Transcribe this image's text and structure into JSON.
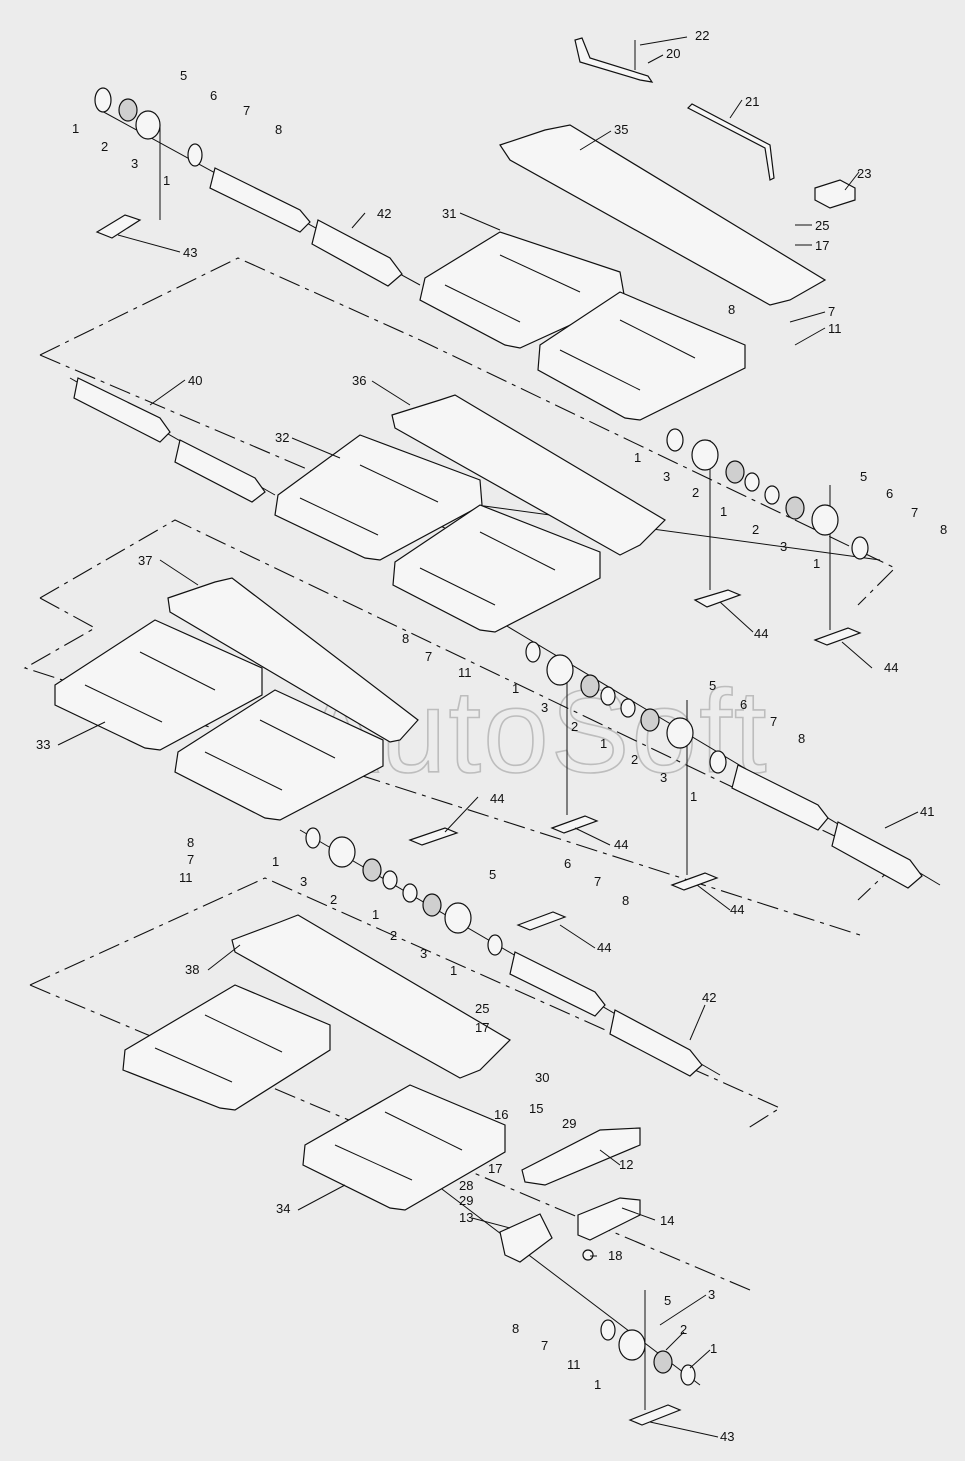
{
  "diagram": {
    "watermark": "AutoSoft",
    "callouts": [
      {
        "id": "c1",
        "text": "22"
      },
      {
        "id": "c2",
        "text": "20"
      },
      {
        "id": "c3",
        "text": "21"
      },
      {
        "id": "c4",
        "text": "35"
      },
      {
        "id": "c5",
        "text": "23"
      },
      {
        "id": "c6",
        "text": "25"
      },
      {
        "id": "c7",
        "text": "17"
      },
      {
        "id": "c8",
        "text": "8"
      },
      {
        "id": "c9",
        "text": "7"
      },
      {
        "id": "c10",
        "text": "11"
      },
      {
        "id": "c11",
        "text": "5"
      },
      {
        "id": "c12",
        "text": "6"
      },
      {
        "id": "c13",
        "text": "7"
      },
      {
        "id": "c14",
        "text": "8"
      },
      {
        "id": "c15",
        "text": "1"
      },
      {
        "id": "c16",
        "text": "2"
      },
      {
        "id": "c17",
        "text": "3"
      },
      {
        "id": "c18",
        "text": "1"
      },
      {
        "id": "c19",
        "text": "43"
      },
      {
        "id": "c20",
        "text": "42"
      },
      {
        "id": "c21",
        "text": "31"
      },
      {
        "id": "c22",
        "text": "40"
      },
      {
        "id": "c23",
        "text": "36"
      },
      {
        "id": "c24",
        "text": "32"
      },
      {
        "id": "c25",
        "text": "1"
      },
      {
        "id": "c26",
        "text": "3"
      },
      {
        "id": "c27",
        "text": "2"
      },
      {
        "id": "c28",
        "text": "5"
      },
      {
        "id": "c29",
        "text": "6"
      },
      {
        "id": "c30",
        "text": "7"
      },
      {
        "id": "c31",
        "text": "8"
      },
      {
        "id": "c32",
        "text": "1"
      },
      {
        "id": "c33",
        "text": "2"
      },
      {
        "id": "c34",
        "text": "3"
      },
      {
        "id": "c35",
        "text": "1"
      },
      {
        "id": "c36",
        "text": "44"
      },
      {
        "id": "c37",
        "text": "44"
      },
      {
        "id": "c38",
        "text": "37"
      },
      {
        "id": "c39",
        "text": "8"
      },
      {
        "id": "c40",
        "text": "7"
      },
      {
        "id": "c41",
        "text": "11"
      },
      {
        "id": "c42",
        "text": "1"
      },
      {
        "id": "c43",
        "text": "3"
      },
      {
        "id": "c44",
        "text": "2"
      },
      {
        "id": "c45",
        "text": "1"
      },
      {
        "id": "c46",
        "text": "5"
      },
      {
        "id": "c47",
        "text": "6"
      },
      {
        "id": "c48",
        "text": "7"
      },
      {
        "id": "c49",
        "text": "8"
      },
      {
        "id": "c50",
        "text": "2"
      },
      {
        "id": "c51",
        "text": "3"
      },
      {
        "id": "c52",
        "text": "1"
      },
      {
        "id": "c53",
        "text": "33"
      },
      {
        "id": "c54",
        "text": "41"
      },
      {
        "id": "c55",
        "text": "44"
      },
      {
        "id": "c56",
        "text": "44"
      },
      {
        "id": "c57",
        "text": "44"
      },
      {
        "id": "c58",
        "text": "8"
      },
      {
        "id": "c59",
        "text": "7"
      },
      {
        "id": "c60",
        "text": "11"
      },
      {
        "id": "c61",
        "text": "1"
      },
      {
        "id": "c62",
        "text": "3"
      },
      {
        "id": "c63",
        "text": "2"
      },
      {
        "id": "c64",
        "text": "1"
      },
      {
        "id": "c65",
        "text": "2"
      },
      {
        "id": "c66",
        "text": "3"
      },
      {
        "id": "c67",
        "text": "1"
      },
      {
        "id": "c68",
        "text": "5"
      },
      {
        "id": "c69",
        "text": "6"
      },
      {
        "id": "c70",
        "text": "7"
      },
      {
        "id": "c71",
        "text": "8"
      },
      {
        "id": "c72",
        "text": "44"
      },
      {
        "id": "c73",
        "text": "38"
      },
      {
        "id": "c74",
        "text": "25"
      },
      {
        "id": "c75",
        "text": "17"
      },
      {
        "id": "c76",
        "text": "42"
      },
      {
        "id": "c77",
        "text": "30"
      },
      {
        "id": "c78",
        "text": "16"
      },
      {
        "id": "c79",
        "text": "15"
      },
      {
        "id": "c80",
        "text": "29"
      },
      {
        "id": "c81",
        "text": "12"
      },
      {
        "id": "c82",
        "text": "17"
      },
      {
        "id": "c83",
        "text": "28"
      },
      {
        "id": "c84",
        "text": "29"
      },
      {
        "id": "c85",
        "text": "13"
      },
      {
        "id": "c86",
        "text": "14"
      },
      {
        "id": "c87",
        "text": "18"
      },
      {
        "id": "c88",
        "text": "34"
      },
      {
        "id": "c89",
        "text": "5"
      },
      {
        "id": "c90",
        "text": "3"
      },
      {
        "id": "c91",
        "text": "2"
      },
      {
        "id": "c92",
        "text": "1"
      },
      {
        "id": "c93",
        "text": "8"
      },
      {
        "id": "c94",
        "text": "7"
      },
      {
        "id": "c95",
        "text": "11"
      },
      {
        "id": "c96",
        "text": "1"
      },
      {
        "id": "c97",
        "text": "43"
      }
    ]
  }
}
